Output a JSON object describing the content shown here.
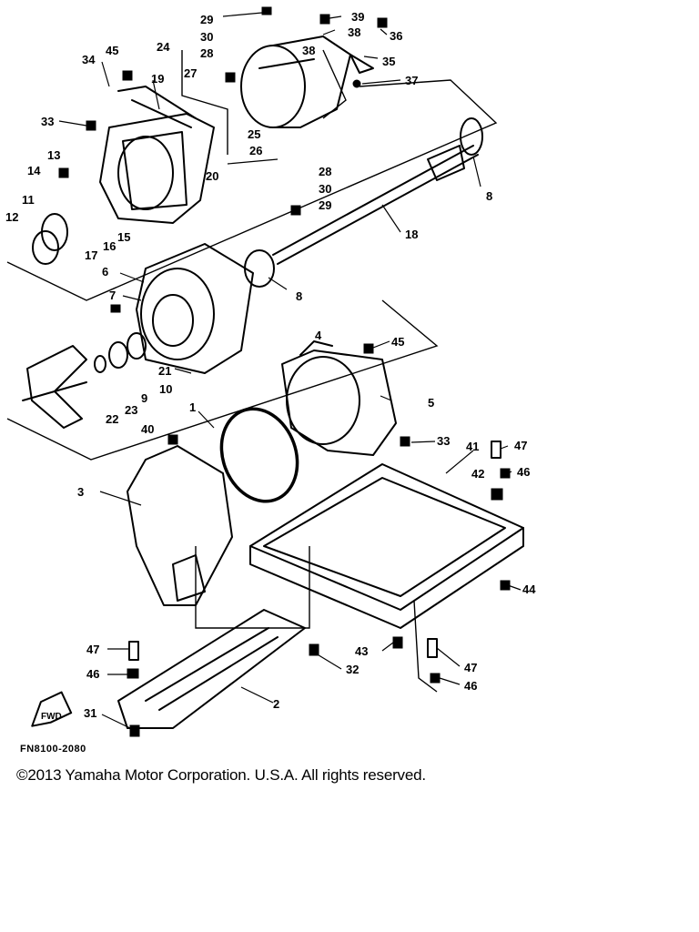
{
  "diagram": {
    "drawing_code": "FN8100-2080",
    "fwd_label": "FWD",
    "callouts": [
      "1",
      "2",
      "3",
      "4",
      "5",
      "6",
      "7",
      "8",
      "8",
      "9",
      "10",
      "11",
      "12",
      "13",
      "14",
      "15",
      "16",
      "17",
      "18",
      "19",
      "20",
      "21",
      "22",
      "23",
      "24",
      "25",
      "26",
      "27",
      "28",
      "28",
      "29",
      "29",
      "30",
      "30",
      "31",
      "32",
      "33",
      "33",
      "34",
      "35",
      "36",
      "37",
      "38",
      "38",
      "39",
      "40",
      "41",
      "42",
      "43",
      "44",
      "45",
      "45",
      "46",
      "46",
      "46",
      "47",
      "47",
      "47"
    ]
  },
  "footer": {
    "copyright": "©2013 Yamaha Motor Corporation. U.S.A. All rights reserved."
  }
}
